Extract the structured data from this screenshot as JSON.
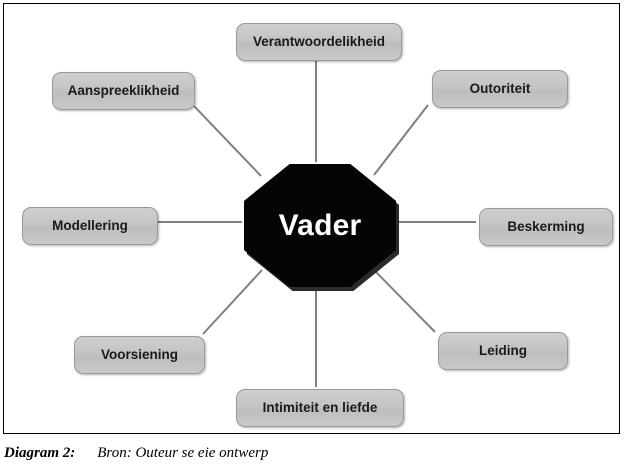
{
  "diagram": {
    "type": "radial-hub-and-spoke",
    "center": {
      "label": "Vader",
      "shape": "octagon",
      "fill_color": "#050505",
      "text_color": "#ffffff"
    },
    "node_style": {
      "fill_color": "#c4c4c4",
      "border_color": "#9a9a9a",
      "text_color": "#1a1a1a",
      "shape": "rounded-rectangle"
    },
    "connector_style": {
      "color": "#808080",
      "width": 2
    },
    "nodes": [
      {
        "id": "verantwoordelikheid",
        "label": "Verantwoordelikheid",
        "position": "top"
      },
      {
        "id": "outoriteit",
        "label": "Outoriteit",
        "position": "top-right"
      },
      {
        "id": "beskerming",
        "label": "Beskerming",
        "position": "right"
      },
      {
        "id": "leiding",
        "label": "Leiding",
        "position": "bottom-right"
      },
      {
        "id": "intimiteit",
        "label": "Intimiteit en liefde",
        "position": "bottom"
      },
      {
        "id": "voorsiening",
        "label": "Voorsiening",
        "position": "bottom-left"
      },
      {
        "id": "modellering",
        "label": "Modellering",
        "position": "left"
      },
      {
        "id": "aanspreeklikheid",
        "label": "Aanspreeklikheid",
        "position": "top-left"
      }
    ]
  },
  "caption": {
    "label": "Diagram 2:",
    "source": "Bron: Outeur se eie ontwerp"
  }
}
